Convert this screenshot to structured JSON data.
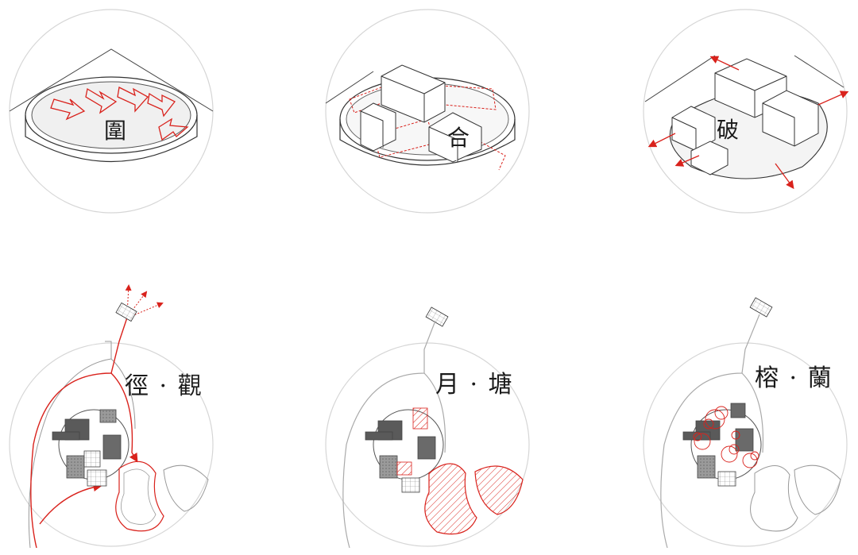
{
  "colors": {
    "accent": "#d9221c",
    "line": "#555555",
    "circle": "#d6d6d6",
    "fill_light": "#f0f0f0",
    "block_dark": "#5a5a5a",
    "block_mid": "#9a9a9a"
  },
  "panels": [
    {
      "id": "enclose",
      "label": "圍"
    },
    {
      "id": "combine",
      "label": "合"
    },
    {
      "id": "break",
      "label": "破"
    },
    {
      "id": "path-view",
      "label": "徑 · 觀"
    },
    {
      "id": "moon-pond",
      "label": "月 · 塘"
    },
    {
      "id": "banyan-orchid",
      "label": "榕 · 蘭"
    }
  ]
}
